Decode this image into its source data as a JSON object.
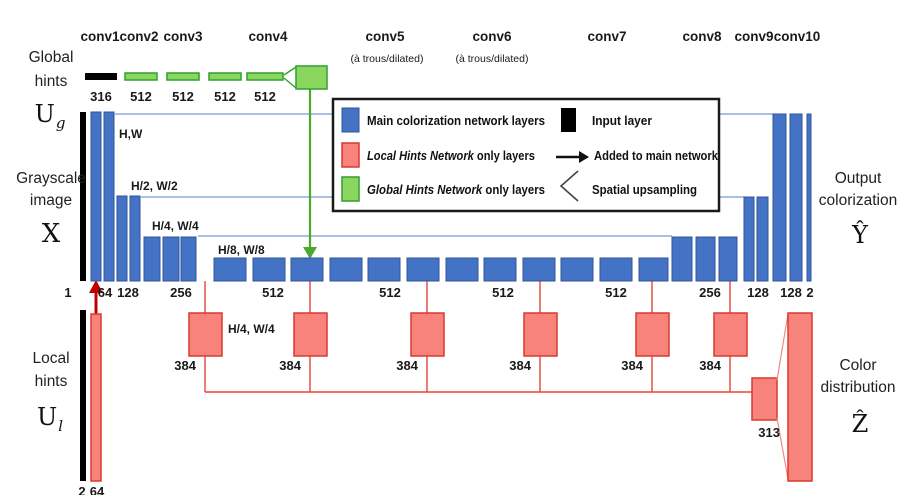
{
  "colors": {
    "blue": "#4472c4",
    "blue-border": "#2f5597",
    "skip": "#8faadc",
    "pink": "#f8837d",
    "pink-border": "#d93a2f",
    "red-line": "#e8433a",
    "funnel-pink": "#ee8b84",
    "green": "#8bd65e",
    "green-border": "#2fa12f",
    "green-arrow": "#4ea72e",
    "dark-red": "#c00000",
    "ink": "#1a1a1a"
  },
  "conv_labels": [
    "conv1",
    "conv2",
    "conv3",
    "conv4",
    "conv5",
    "conv6",
    "conv7",
    "conv8",
    "conv9",
    "conv10"
  ],
  "dilated_note": "(à trous/dilated)",
  "left_labels": {
    "global": {
      "line1": "Global",
      "line2": "hints",
      "symbol": "U",
      "subscript": "g"
    },
    "grayscale": {
      "line1": "Grayscale",
      "line2": "image",
      "symbol": "X"
    },
    "local": {
      "line1": "Local",
      "line2": "hints",
      "symbol": "U",
      "subscript": "l"
    }
  },
  "right_labels": {
    "output": {
      "line1": "Output",
      "line2": "colorization",
      "symbol": "Ŷ"
    },
    "color_dist": {
      "line1": "Color",
      "line2": "distribution",
      "symbol": "Ẑ"
    }
  },
  "global_hints_row": {
    "input_channels": "316",
    "bar_channels": [
      "512",
      "512",
      "512",
      "512"
    ]
  },
  "main_row": {
    "input_channels": "1",
    "channel_labels": [
      "64",
      "128",
      "256",
      "512",
      "512",
      "512",
      "512",
      "256",
      "128",
      "128",
      "2"
    ],
    "dim_labels": [
      "H,W",
      "H/2, W/2",
      "H/4, W/4",
      "H/8, W/8"
    ]
  },
  "local_hints": {
    "dim_label": "H/4, W/4",
    "box_channels": [
      "384",
      "384",
      "384",
      "384",
      "384",
      "384"
    ],
    "bottleneck_channels": "313",
    "input_channels": "2",
    "first_channels": "64"
  },
  "legend": {
    "main": {
      "rest": "Main colorization network layers"
    },
    "local": {
      "em": "Local Hints Network",
      "rest": " only layers"
    },
    "global": {
      "em": "Global Hints Network",
      "rest": " only layers"
    },
    "input": "Input layer",
    "added": "Added to main network",
    "upsample": "Spatial upsampling"
  }
}
